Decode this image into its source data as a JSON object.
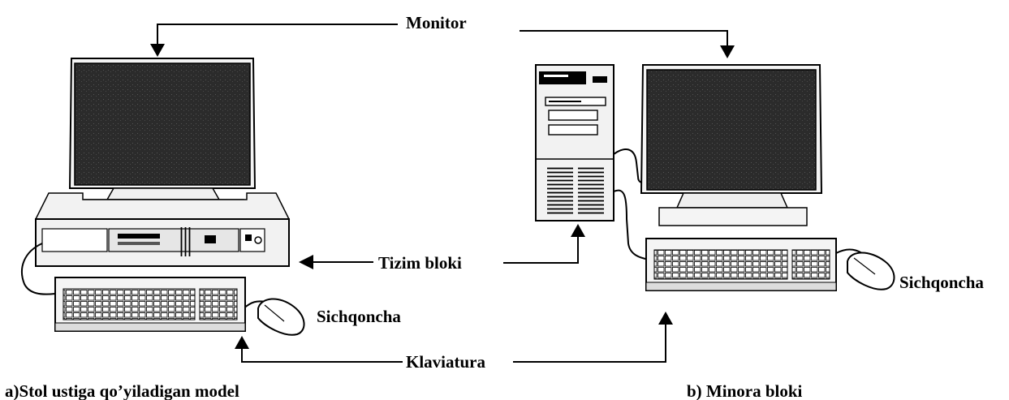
{
  "labels": {
    "monitor": "Monitor",
    "system_unit": "Tizim bloki",
    "keyboard": "Klaviatura",
    "mouse_left": "Sichqoncha",
    "mouse_right": "Sichqoncha"
  },
  "captions": {
    "left": "a)Stol ustiga qo’yiladigan model",
    "right": "b) Minora bloki"
  },
  "colors": {
    "ink": "#000000",
    "screen": "#2a2a2a",
    "case": "#f2f2f2",
    "panel": "#e6e6e6"
  }
}
